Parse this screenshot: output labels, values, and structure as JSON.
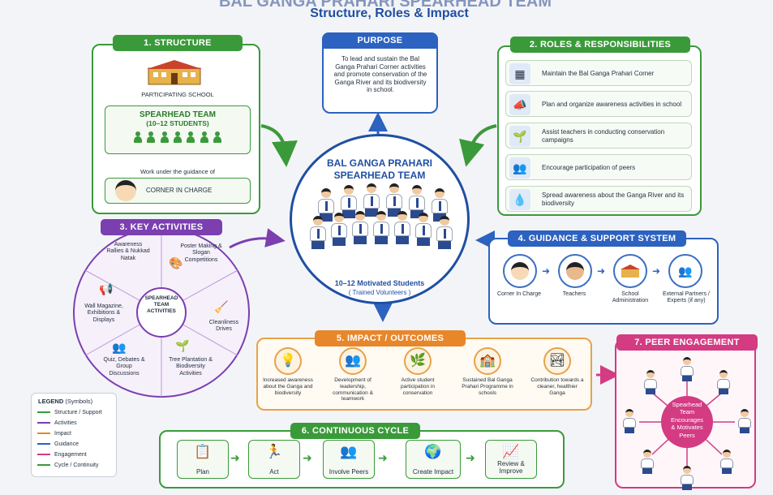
{
  "header": {
    "title_cut": "BAL GANGA PRAHARI SPEARHEAD TEAM",
    "subtitle": "Structure, Roles & Impact"
  },
  "purpose": {
    "title": "PURPOSE",
    "text": "To lead and sustain the Bal Ganga Prahari Corner activities and promote conservation of the Ganga River and its biodiversity in school."
  },
  "structure": {
    "title": "1. STRUCTURE",
    "school_label": "PARTICIPATING SCHOOL",
    "team_title": "SPEARHEAD TEAM",
    "team_sub": "(10–12 STUDENTS)",
    "guidance_text": "Work under the guidance of",
    "corner_label": "CORNER IN CHARGE"
  },
  "roles": {
    "title": "2. ROLES & RESPONSIBILITIES",
    "items": [
      {
        "icon": "easel-icon",
        "text": "Maintain the Bal Ganga Prahari Corner"
      },
      {
        "icon": "megaphone-icon",
        "text": "Plan and organize awareness activities in school"
      },
      {
        "icon": "plant-hands-icon",
        "text": "Assist teachers in conducting conservation campaigns"
      },
      {
        "icon": "group-icon",
        "text": "Encourage participation of peers"
      },
      {
        "icon": "water-drop-icon",
        "text": "Spread awareness about the Ganga River and its biodiversity"
      }
    ]
  },
  "center": {
    "title_line1": "BAL GANGA PRAHARI",
    "title_line2": "SPEARHEAD TEAM",
    "caption": "10–12 Motivated Students",
    "caption_sub": "( Trained Volunteers )"
  },
  "activities": {
    "title": "3. KEY ACTIVITIES",
    "hub_line1": "SPEARHEAD",
    "hub_line2": "TEAM",
    "hub_line3": "ACTIVITIES",
    "items": [
      "Awareness Rallies & Nukkad Natak",
      "Poster Making & Slogan Competitions",
      "Cleanliness Drives",
      "Tree Plantation & Biodiversity Activities",
      "Quiz, Debates & Group Discussions",
      "Wall Magazine, Exhibitions & Displays"
    ]
  },
  "guidance": {
    "title": "4. GUIDANCE & SUPPORT SYSTEM",
    "items": [
      {
        "label": "Corner In Charge",
        "icon": "teacher-female-icon"
      },
      {
        "label": "Teachers",
        "icon": "teacher-male-icon"
      },
      {
        "label": "School Administration",
        "icon": "school-icon"
      },
      {
        "label": "External Partners / Experts (if any)",
        "icon": "partners-icon"
      }
    ]
  },
  "impact": {
    "title": "5. IMPACT / OUTCOMES",
    "items": [
      {
        "icon": "head-idea-icon",
        "text": "Increased awareness about the Ganga and biodiversity"
      },
      {
        "icon": "leadership-icon",
        "text": "Development of leadership, communication & teamwork"
      },
      {
        "icon": "plant-icon",
        "text": "Active student participation in conservation"
      },
      {
        "icon": "school-icon",
        "text": "Sustained Bal Ganga Prahari Programme in schools"
      },
      {
        "icon": "river-icon",
        "text": "Contribution towards a cleaner, healthier Ganga"
      }
    ]
  },
  "cycle": {
    "title": "6. CONTINUOUS CYCLE",
    "steps": [
      {
        "icon": "clipboard-icon",
        "label": "Plan"
      },
      {
        "icon": "runner-icon",
        "label": "Act"
      },
      {
        "icon": "group-icon",
        "label": "Involve Peers"
      },
      {
        "icon": "globe-icon",
        "label": "Create Impact"
      },
      {
        "icon": "chart-icon",
        "label": "Review & Improve"
      }
    ]
  },
  "peer": {
    "title": "7. PEER ENGAGEMENT",
    "hub_line1": "Spearhead",
    "hub_line2": "Team",
    "hub_line3": "Encourages",
    "hub_line4": "& Motivates",
    "hub_line5": "Peers"
  },
  "legend": {
    "title": "LEGEND",
    "title_sub": "(Symbols)",
    "items": [
      {
        "label": "Structure / Support",
        "color": "#3a9a3a"
      },
      {
        "label": "Activities",
        "color": "#7b3fb0"
      },
      {
        "label": "Impact",
        "color": "#e8862a"
      },
      {
        "label": "Guidance",
        "color": "#2c62c0"
      },
      {
        "label": "Engagement",
        "color": "#d33b82"
      },
      {
        "label": "Cycle / Continuity",
        "color": "#3a9a3a"
      }
    ]
  },
  "colors": {
    "green": "#3a9a3a",
    "blue": "#2c62c0",
    "purple": "#7b3fb0",
    "orange": "#e8862a",
    "pink": "#d33b82",
    "navy": "#1f4fa3"
  }
}
